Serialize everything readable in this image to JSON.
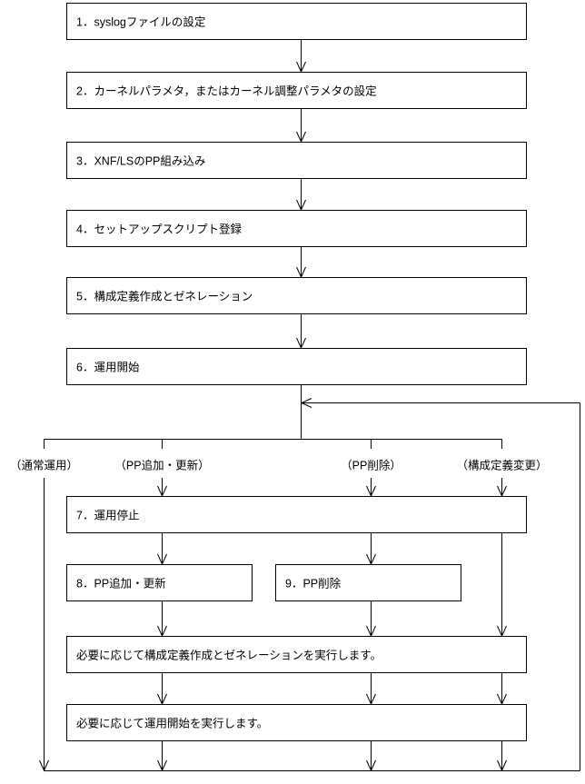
{
  "diagram": {
    "type": "flowchart",
    "title": "",
    "boxes": [
      {
        "id": "step1",
        "label": "1．syslogファイルの設定"
      },
      {
        "id": "step2",
        "label": "2．カーネルパラメタ，またはカーネル調整パラメタの設定"
      },
      {
        "id": "step3",
        "label": "3．XNF/LSのPP組み込み"
      },
      {
        "id": "step4",
        "label": "4．セットアップスクリプト登録"
      },
      {
        "id": "step5",
        "label": "5．構成定義作成とゼネレーション"
      },
      {
        "id": "step6",
        "label": "6．運用開始"
      },
      {
        "id": "step7",
        "label": "7．運用停止"
      },
      {
        "id": "step8",
        "label": "8．PP追加・更新"
      },
      {
        "id": "step9",
        "label": "9．PP削除"
      },
      {
        "id": "step10",
        "label": "必要に応じて構成定義作成とゼネレーションを実行します。"
      },
      {
        "id": "step11",
        "label": "必要に応じて運用開始を実行します。"
      }
    ],
    "branch_labels": [
      {
        "id": "branch-normal",
        "label": "（通常運用）"
      },
      {
        "id": "branch-pp-add",
        "label": "（PP追加・更新）"
      },
      {
        "id": "branch-pp-delete",
        "label": "（PP削除）"
      },
      {
        "id": "branch-config-change",
        "label": "（構成定義変更）"
      }
    ],
    "colors": {
      "stroke": "#000000",
      "fill": "#ffffff",
      "text": "#000000"
    }
  }
}
